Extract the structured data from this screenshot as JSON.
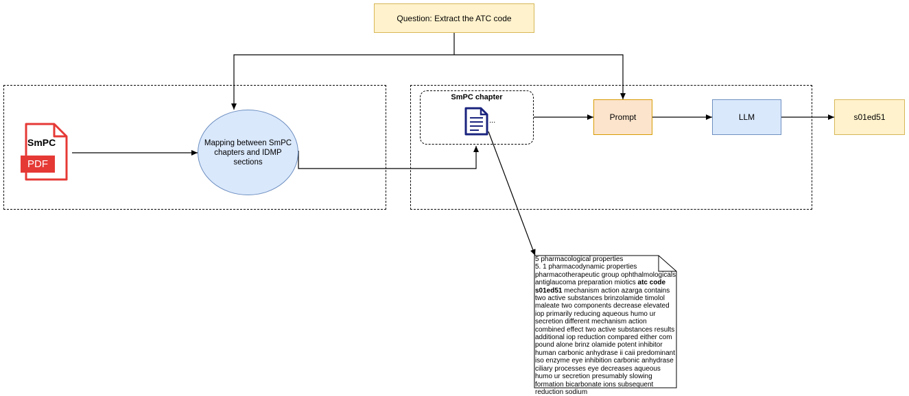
{
  "question": {
    "label": "Question: Extract the ATC code"
  },
  "source": {
    "label": "SmPC",
    "badge": "PDF"
  },
  "mapping": {
    "label": "Mapping between SmPC chapters and IDMP sections"
  },
  "chapter": {
    "title": "SmPC chapter",
    "ellipsis": "..."
  },
  "prompt": {
    "label": "Prompt"
  },
  "llm": {
    "label": "LLM"
  },
  "result": {
    "label": "s01ed51"
  },
  "note": {
    "line1": "5 pharmacological properties",
    "line2": "5. 1 pharmacodynamic properties",
    "body_before": "pharmacotherapeutic group ophthalmologicals antiglaucoma preparation miotics ",
    "highlight": "atc code s01ed51",
    "body_after": " mechanism action azarga contains two active substances brinzolamide timolol maleate two components decrease elevated iop primarily reducing aqueous humo ur secretion different mechanism action combined effect two active substances results additional iop reduction compared either com pound alone brinz olamide potent inhibitor human carbonic anhydrase ii caii predominant iso enzyme eye inhibition carbonic anhydrase ciliary processes eye decreases aqueous humo ur secretion presumably slowing formation bicarbonate ions subsequent reduction sodium"
  },
  "colors": {
    "yellow_fill": "#fff2cc",
    "yellow_stroke": "#d6b656",
    "orange_fill": "#fce4cc",
    "orange_stroke": "#d79b00",
    "blue_fill": "#dae8fc",
    "blue_stroke": "#6c8ebf",
    "pdf_red": "#e53935",
    "doc_navy": "#1a237e"
  },
  "icons": {
    "source": "pdf-file-icon",
    "chapter": "document-icon"
  }
}
